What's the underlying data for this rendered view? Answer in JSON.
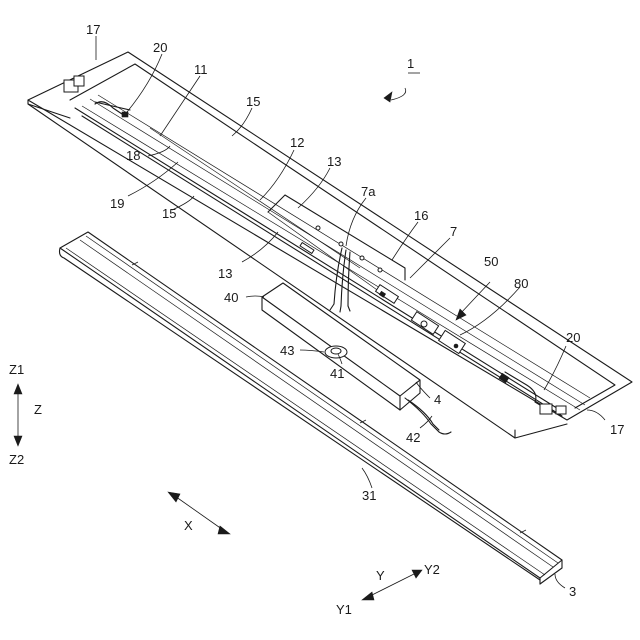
{
  "figure": {
    "labels": {
      "assembly": "1",
      "end_plate_top": "17",
      "end_plate_bottom": "17",
      "holder_left": "20",
      "holder_right": "20",
      "body": "11",
      "top_face_a": "15",
      "top_face_b": "15",
      "ridge": "12",
      "slot_a": "13",
      "slot_b": "13",
      "cable": "7a",
      "part_16": "16",
      "part_7": "7",
      "part_18": "18",
      "part_19": "19",
      "arrow_50": "50",
      "part_80": "80",
      "box": "40",
      "knob": "43",
      "knob_base": "41",
      "box_body": "4",
      "wire": "42",
      "cover_inner": "31",
      "cover": "3"
    },
    "axes": {
      "z_top": "Z1",
      "z": "Z",
      "z_bottom": "Z2",
      "x": "X",
      "y": "Y",
      "y_right": "Y2",
      "y_left": "Y1"
    }
  }
}
